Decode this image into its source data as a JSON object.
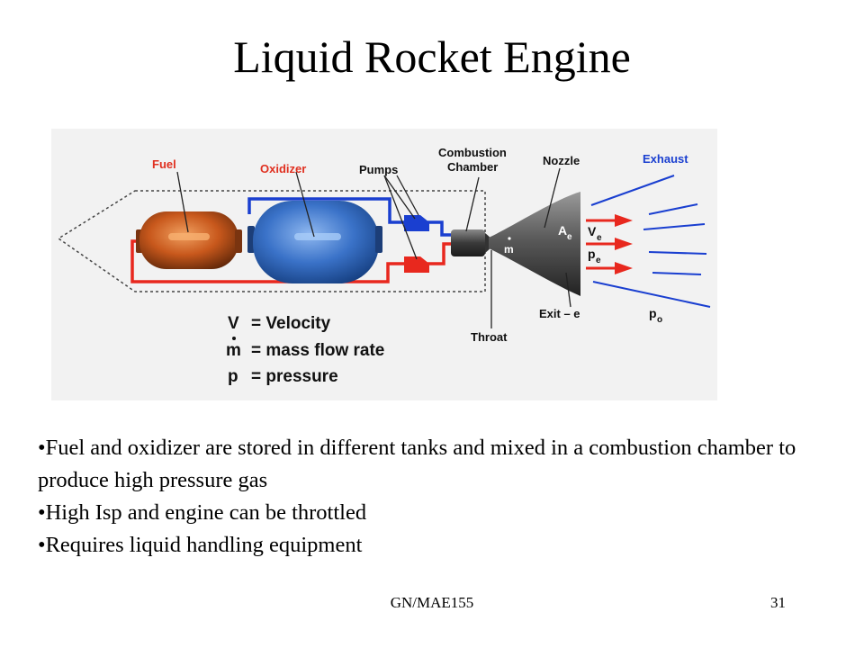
{
  "slide": {
    "title": "Liquid Rocket Engine",
    "footer_course": "GN/MAE155",
    "page_number": "31"
  },
  "diagram": {
    "labels": {
      "fuel": "Fuel",
      "oxidizer": "Oxidizer",
      "pumps": "Pumps",
      "combustion_line1": "Combustion",
      "combustion_line2": "Chamber",
      "nozzle": "Nozzle",
      "exhaust": "Exhaust",
      "throat": "Throat",
      "exit": "Exit – e",
      "ae": "A",
      "ae_sub": "e",
      "ve": "V",
      "ve_sub": "e",
      "pe": "p",
      "pe_sub": "e",
      "po": "p",
      "po_sub": "o",
      "mdot": "m"
    },
    "legend": [
      {
        "symbol": "V",
        "text": "= Velocity"
      },
      {
        "symbol": "m",
        "text": "= mass flow rate"
      },
      {
        "symbol": "p",
        "text": "= pressure"
      }
    ],
    "colors": {
      "fuel_label": "#e03020",
      "oxidizer_label": "#e03020",
      "exhaust_label": "#1a3fd0",
      "feed_red": "#e8281e",
      "feed_blue": "#1a3fd0",
      "fuel_tank": "#c8581c",
      "oxidizer_tank": "#3a72c8"
    }
  },
  "bullets": [
    "•Fuel and oxidizer are stored in different tanks and mixed in a combustion chamber to produce high pressure gas",
    "•High Isp and engine can be throttled",
    "•Requires liquid handling equipment"
  ]
}
